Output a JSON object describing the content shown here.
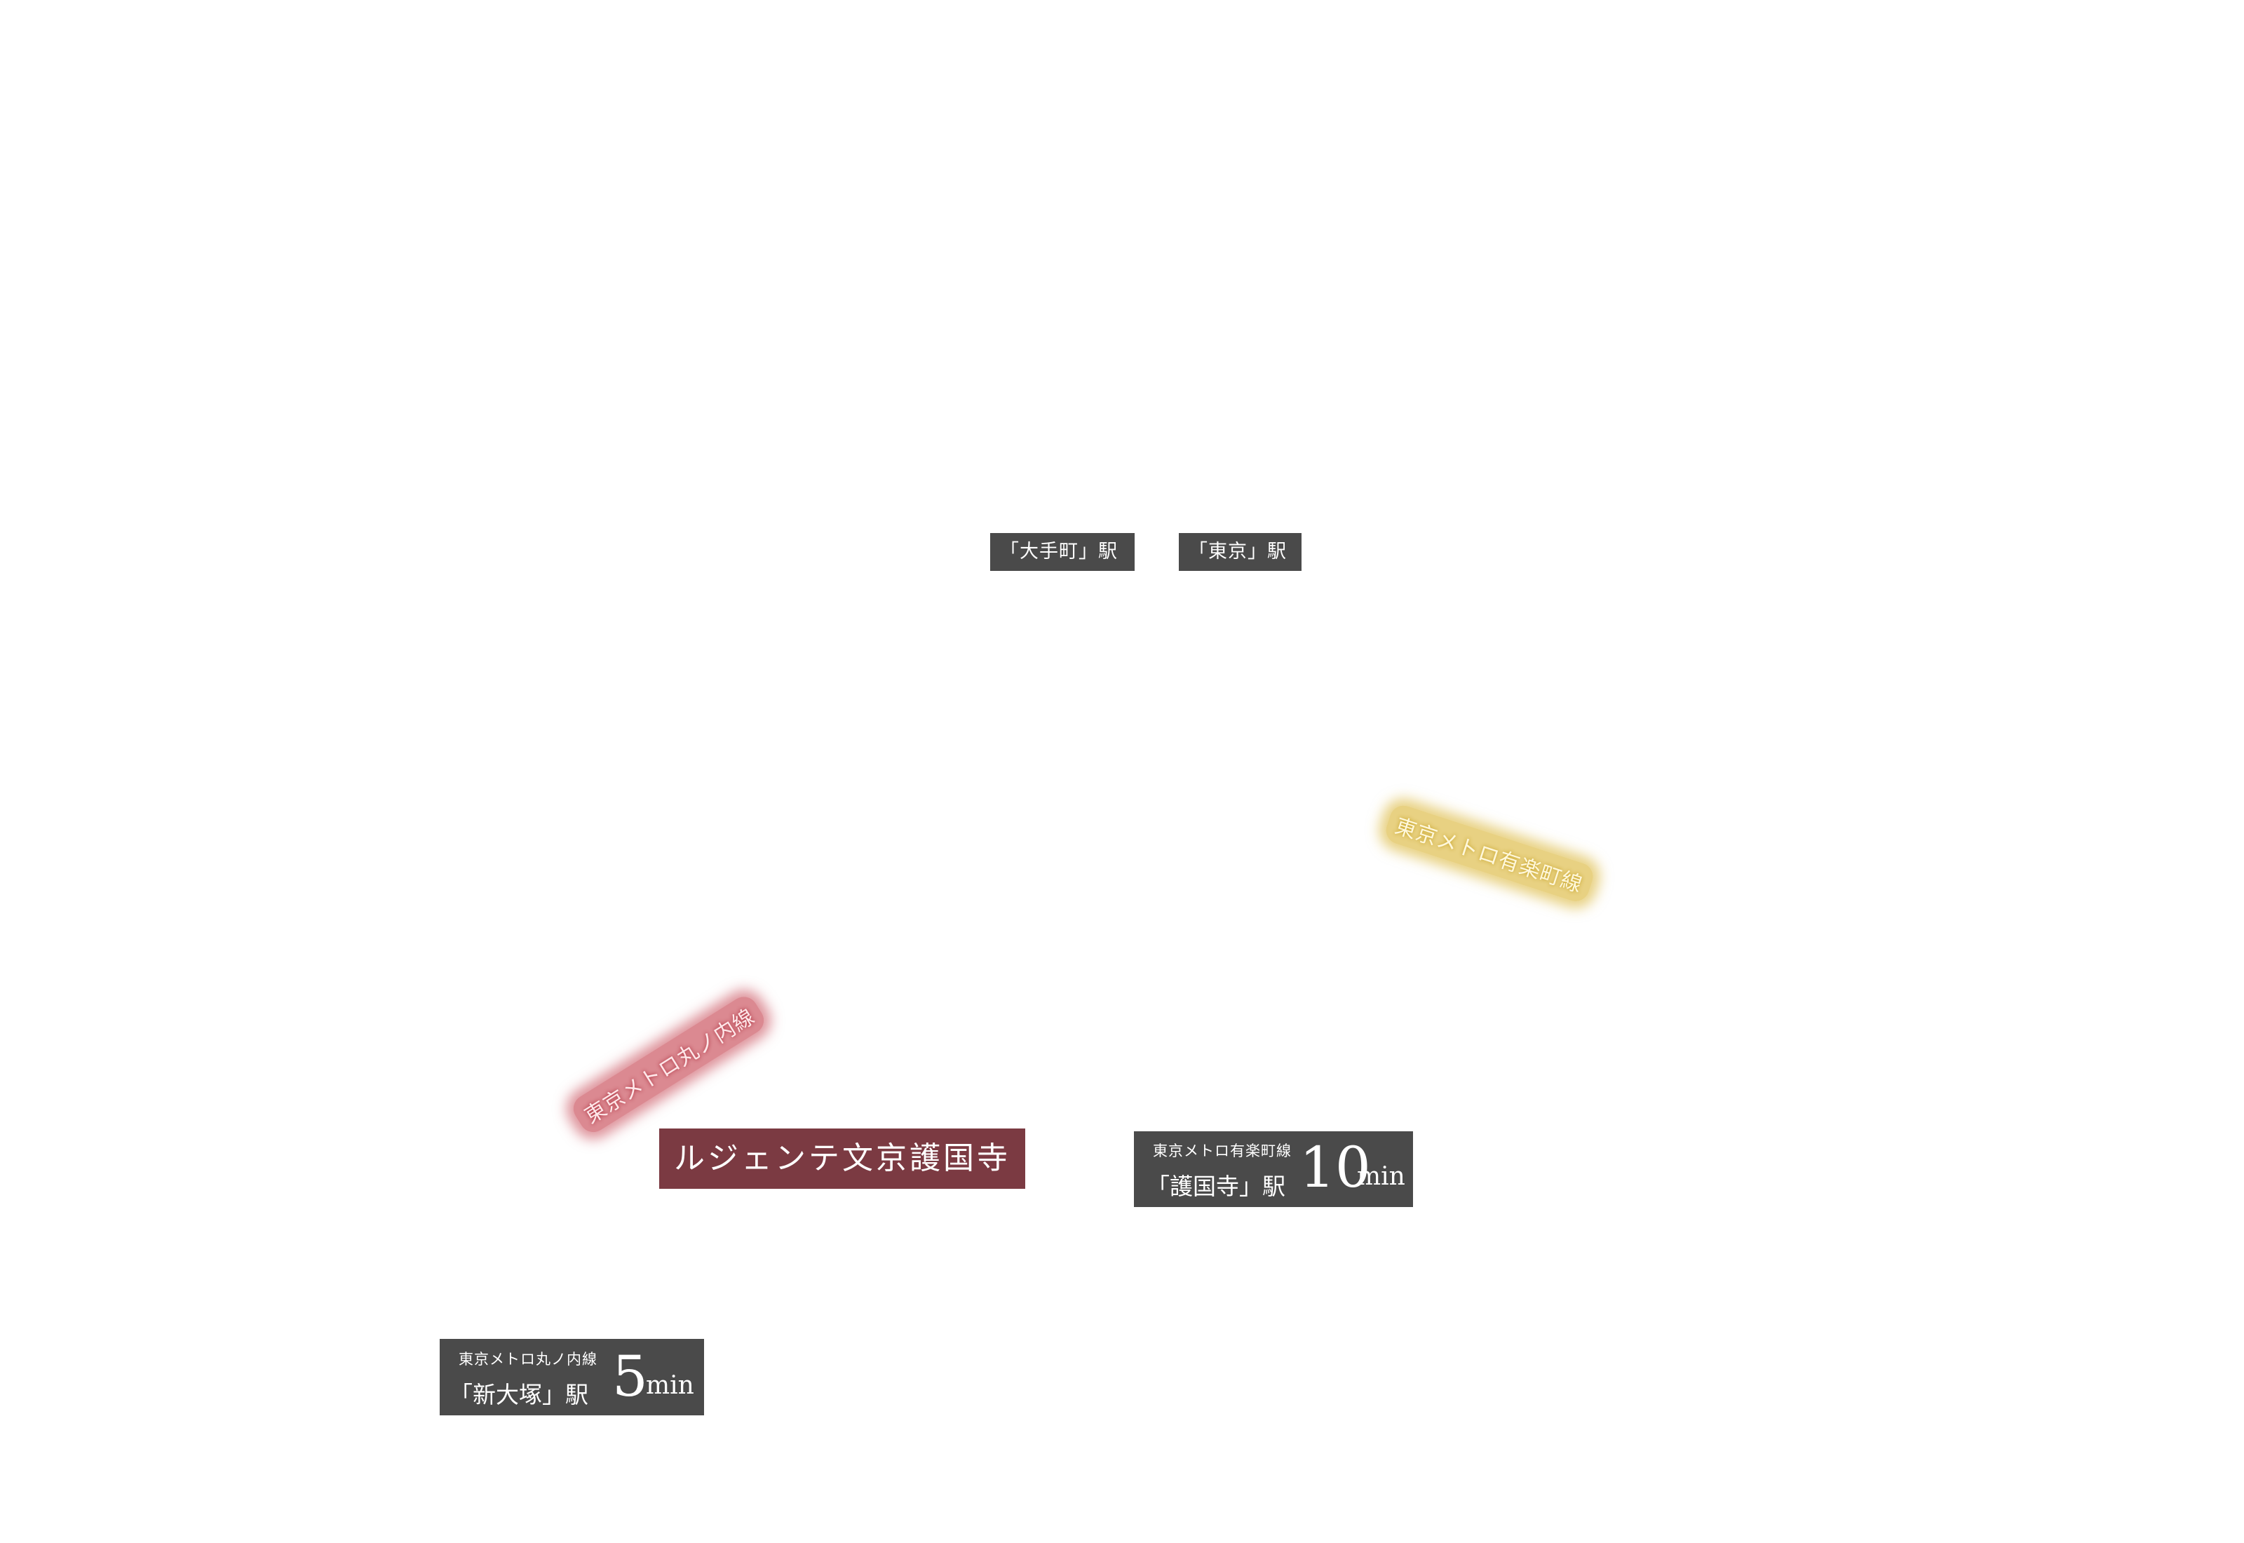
{
  "stations": {
    "otemachi": "「大手町」駅",
    "tokyo": "「東京」駅"
  },
  "rail_lines": {
    "yurakucho": "東京メトロ有楽町線",
    "marunouchi": "東京メトロ丸ノ内線"
  },
  "property": {
    "name": "ルジェンテ文京護国寺"
  },
  "access": [
    {
      "line": "東京メトロ有楽町線",
      "station": "「護国寺」駅",
      "minutes": "10",
      "unit": "min"
    },
    {
      "line": "東京メトロ丸ノ内線",
      "station": "「新大塚」駅",
      "minutes": "5",
      "unit": "min"
    }
  ],
  "colors": {
    "tag_background": "#4a4a4a",
    "property_background": "#7b3a42",
    "yurakucho_line": "#d6ac1c",
    "marunouchi_line": "#be2837",
    "text": "#ffffff"
  }
}
